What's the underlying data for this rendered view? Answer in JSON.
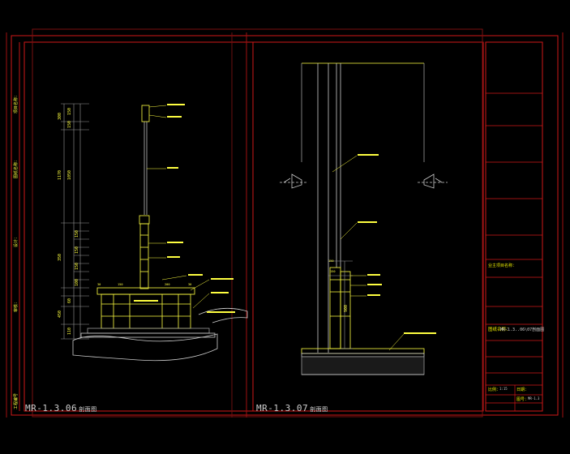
{
  "sheet": {
    "left_view": {
      "code": "MR-1.3.06",
      "suffix": "剖面图"
    },
    "right_view": {
      "code": "MR-1.3.07",
      "suffix": "剖面图"
    },
    "left_dims": [
      "300",
      "150",
      "150",
      "1170",
      "1050",
      "350",
      "150",
      "150",
      "150",
      "100",
      "60",
      "450",
      "110"
    ],
    "left_bottom_dims": [
      "30",
      "150",
      "200",
      "30"
    ],
    "right_dims": [
      "150",
      "150",
      "900"
    ],
    "left_margin_labels": [
      "项目名称：",
      "图纸名称：",
      "设计：",
      "审核：",
      "工程编号"
    ],
    "title_block": {
      "project_label": "业主项目名称：",
      "drawing_label": "图纸名称：",
      "drawing_name": "MR-1.3..06\\07剖面图",
      "scale_label": "比例：",
      "scale_value": "1:15",
      "date_label": "日期：",
      "sheet_no_label": "图号：",
      "sheet_no": "MR-1.3"
    }
  },
  "colors": {
    "frame": "#d01818",
    "yellow": "#ffff40",
    "grid": "#9a9a9a"
  }
}
